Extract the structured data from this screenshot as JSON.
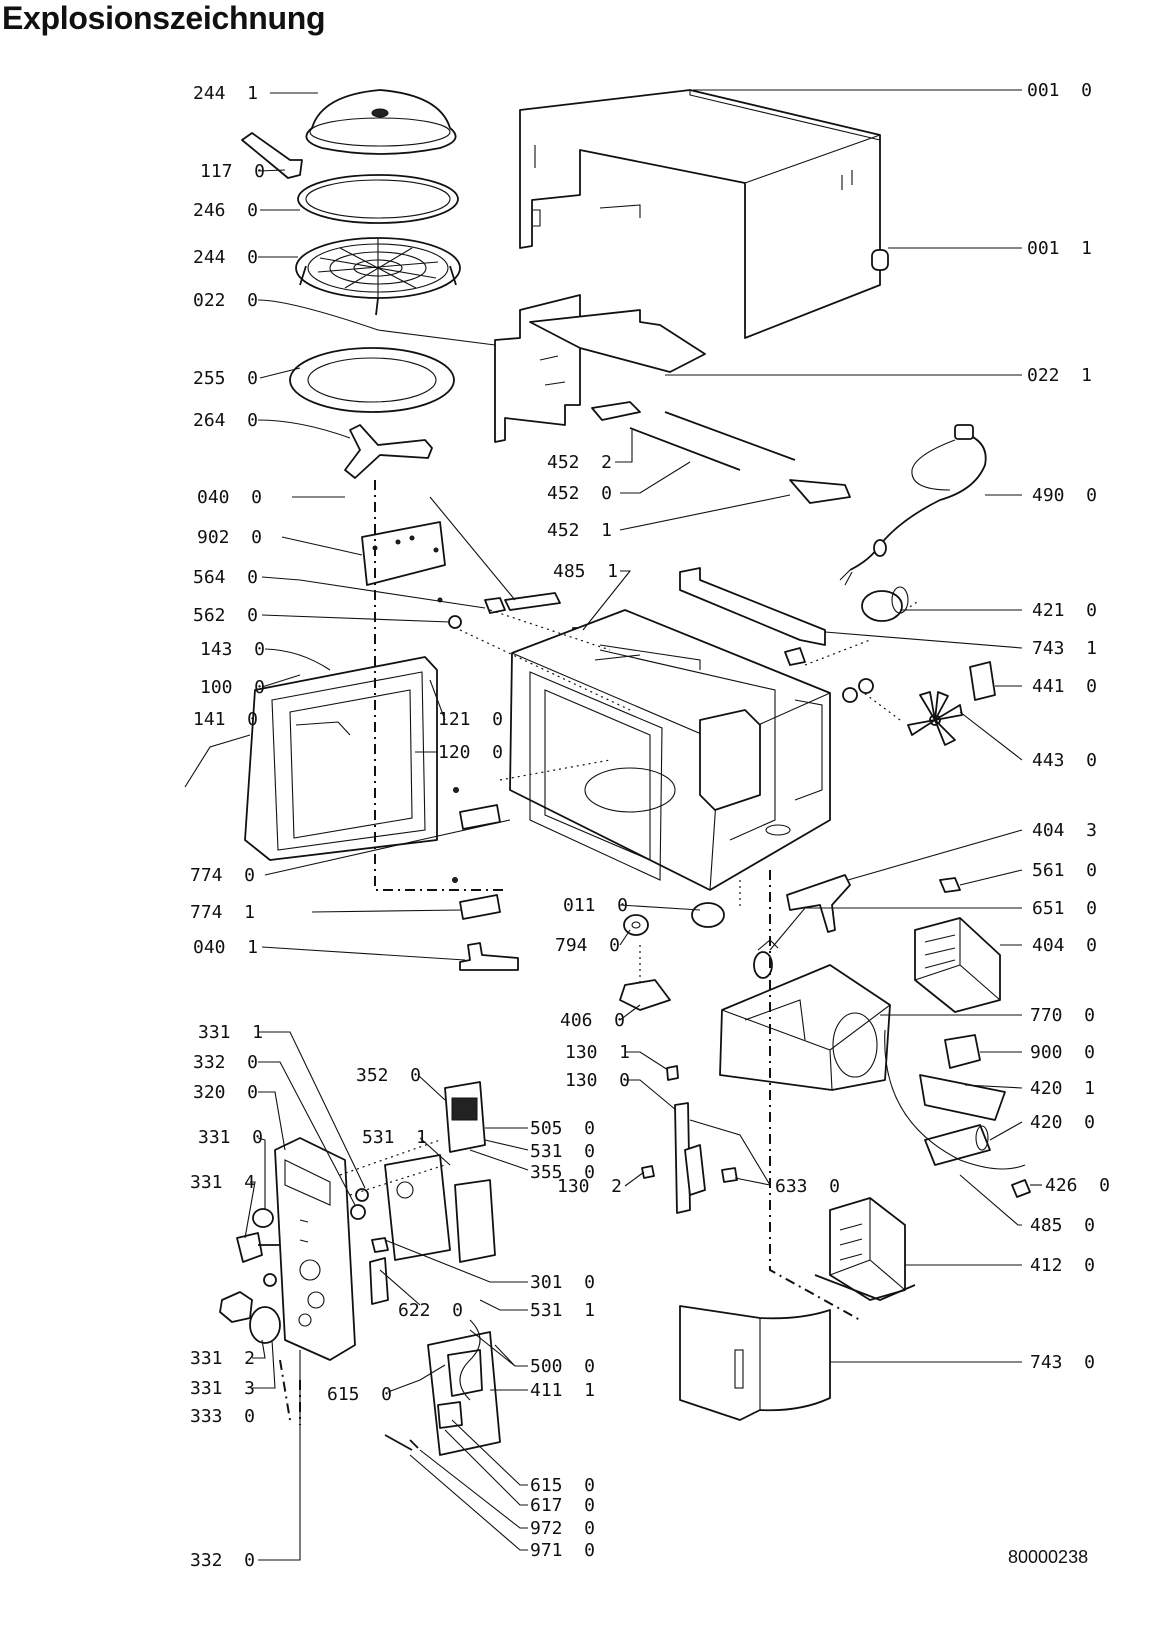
{
  "title": "Explosionszeichnung",
  "doc_number": "80000238",
  "labels": [
    {
      "text": "244  1"
    },
    {
      "text": "117  0"
    },
    {
      "text": "246  0"
    },
    {
      "text": "244  0"
    },
    {
      "text": "022  0"
    },
    {
      "text": "255  0"
    },
    {
      "text": "264  0"
    },
    {
      "text": "040  0"
    },
    {
      "text": "902  0"
    },
    {
      "text": "564  0"
    },
    {
      "text": "562  0"
    },
    {
      "text": "143  0"
    },
    {
      "text": "100  0"
    },
    {
      "text": "141  0"
    },
    {
      "text": "121  0"
    },
    {
      "text": "120  0"
    },
    {
      "text": "774  0"
    },
    {
      "text": "774  1"
    },
    {
      "text": "040  1"
    },
    {
      "text": "331  1"
    },
    {
      "text": "332  0"
    },
    {
      "text": "320  0"
    },
    {
      "text": "331  0"
    },
    {
      "text": "331  4"
    },
    {
      "text": "331  2"
    },
    {
      "text": "331  3"
    },
    {
      "text": "333  0"
    },
    {
      "text": "332  0"
    },
    {
      "text": "352  0"
    },
    {
      "text": "531  1"
    },
    {
      "text": "505  0"
    },
    {
      "text": "531  0"
    },
    {
      "text": "355  0"
    },
    {
      "text": "301  0"
    },
    {
      "text": "622  0"
    },
    {
      "text": "531  1"
    },
    {
      "text": "500  0"
    },
    {
      "text": "615  0"
    },
    {
      "text": "411  1"
    },
    {
      "text": "615  0"
    },
    {
      "text": "617  0"
    },
    {
      "text": "972  0"
    },
    {
      "text": "971  0"
    },
    {
      "text": "452  2"
    },
    {
      "text": "452  0"
    },
    {
      "text": "452  1"
    },
    {
      "text": "485  1"
    },
    {
      "text": "011  0"
    },
    {
      "text": "794  0"
    },
    {
      "text": "406  0"
    },
    {
      "text": "130  1"
    },
    {
      "text": "130  0"
    },
    {
      "text": "130  2"
    },
    {
      "text": "633  0"
    },
    {
      "text": "001  0"
    },
    {
      "text": "001  1"
    },
    {
      "text": "022  1"
    },
    {
      "text": "490  0"
    },
    {
      "text": "421  0"
    },
    {
      "text": "743  1"
    },
    {
      "text": "441  0"
    },
    {
      "text": "443  0"
    },
    {
      "text": "404  3"
    },
    {
      "text": "561  0"
    },
    {
      "text": "651  0"
    },
    {
      "text": "404  0"
    },
    {
      "text": "770  0"
    },
    {
      "text": "900  0"
    },
    {
      "text": "420  1"
    },
    {
      "text": "420  0"
    },
    {
      "text": "426  0"
    },
    {
      "text": "485  0"
    },
    {
      "text": "412  0"
    },
    {
      "text": "743  0"
    }
  ]
}
